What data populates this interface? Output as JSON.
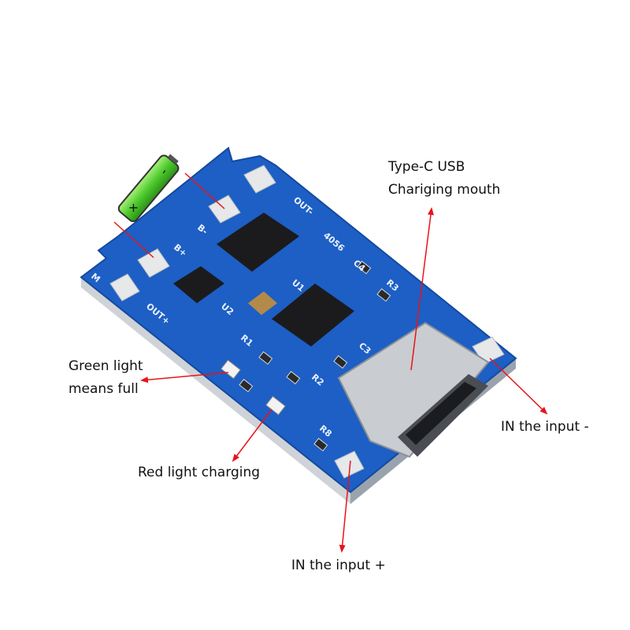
{
  "annotations": {
    "typec_line1": "Type-C USB",
    "typec_line2": "Chariging mouth",
    "green_line1": "Green light",
    "green_line2": "means full",
    "red": "Red light charging",
    "in_minus": "IN the input -",
    "in_plus": "IN the input +"
  },
  "battery": {
    "minus": "-",
    "plus": "+"
  },
  "silkscreen": {
    "out_minus": "OUT-",
    "b_minus": "B-",
    "b_plus": "B+",
    "out_plus": "OUT+",
    "chip": "4056",
    "r3": "R3",
    "c4": "C4",
    "u1": "U1",
    "u2": "U2",
    "r1": "R1",
    "r2": "R2",
    "r8": "R8",
    "c3": "C3",
    "m": "M"
  },
  "colors": {
    "arrow": "#e8141c",
    "pcb": "#1d5fc4",
    "battery": "#5ccf3a"
  }
}
